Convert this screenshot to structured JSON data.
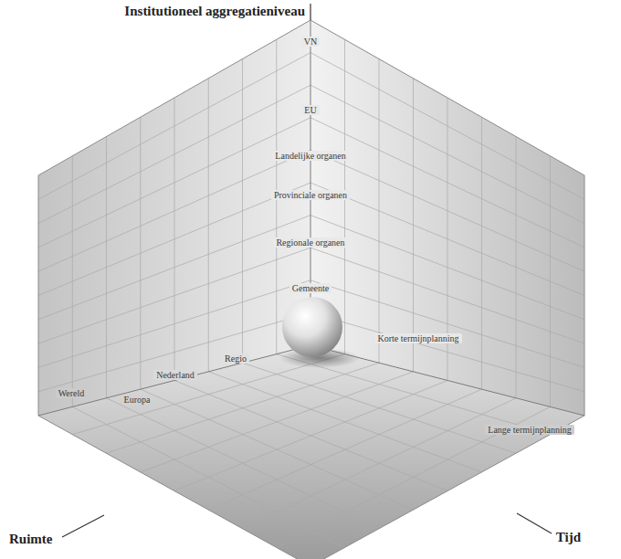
{
  "diagram": {
    "labels": [
      "Institutioneel aggregatieniveau",
      "VN",
      "EU",
      "Landelijke organen",
      "Provinciale organen",
      "Regionale organen",
      "Gemeente",
      "Regio",
      "Nederland",
      "Europa",
      "Wereld",
      "Ruimte",
      "Korte termijnplanning",
      "Lange termijnplanning",
      "Tijd"
    ]
  }
}
